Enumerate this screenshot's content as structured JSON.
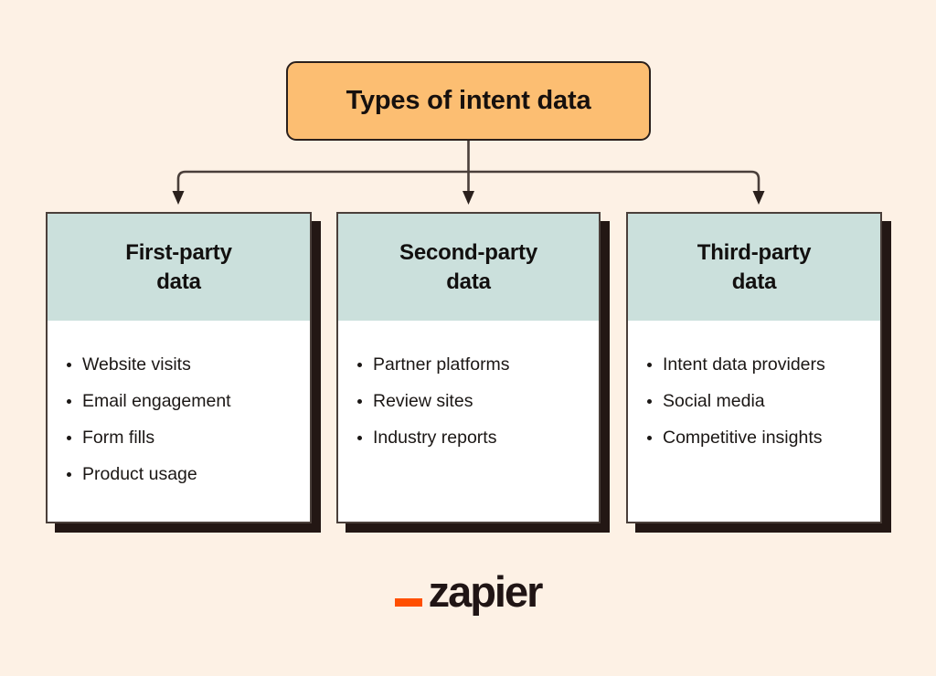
{
  "diagram": {
    "title": "Types of intent data",
    "colors": {
      "background": "#fdf1e5",
      "title_box": "#fcbe72",
      "card_header": "#cbe0dc",
      "card_body": "#ffffff",
      "shadow": "#231714",
      "border": "#4a3f3a",
      "text": "#16100e",
      "logo_accent": "#ff4f00"
    },
    "cards": [
      {
        "heading": "First-party\ndata",
        "items": [
          "Website visits",
          "Email engagement",
          "Form fills",
          "Product usage"
        ]
      },
      {
        "heading": "Second-party\ndata",
        "items": [
          "Partner platforms",
          "Review sites",
          "Industry reports"
        ]
      },
      {
        "heading": "Third-party\ndata",
        "items": [
          "Intent data providers",
          "Social media",
          "Competitive insights"
        ]
      }
    ]
  },
  "footer": {
    "logo_mark": "_",
    "logo_word": "zapier"
  }
}
